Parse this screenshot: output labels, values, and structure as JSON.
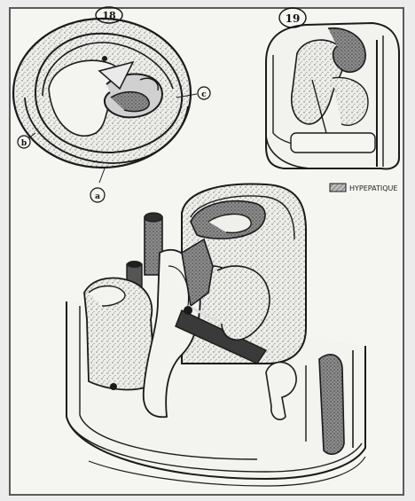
{
  "figure": {
    "top_left_label": "18",
    "top_right_label": "19",
    "marker_a": "c",
    "marker_b": "b",
    "marker_c": "a",
    "legend_text": "HYPEPATIQUE",
    "colors": {
      "ink": "#1a1a1a",
      "paper": "#f5f5f2",
      "stipple": "#8a8a8a",
      "dark_fill": "#3a3a3a",
      "mid_fill": "#9a9a9a",
      "light_fill": "#dcdcdc"
    }
  }
}
